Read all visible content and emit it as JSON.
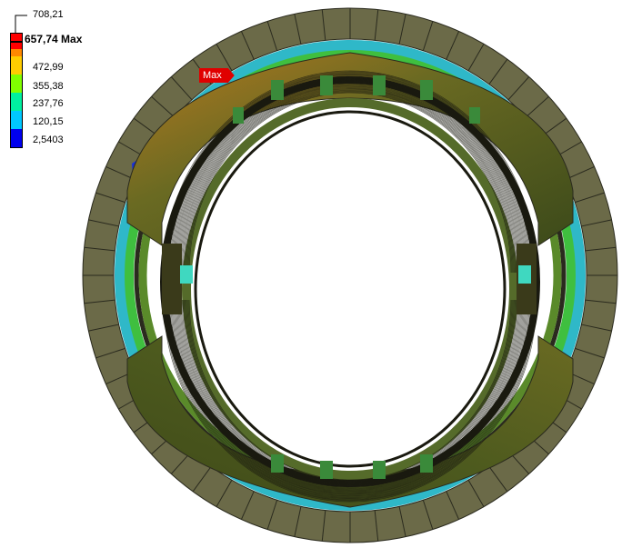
{
  "legend": {
    "top_value": "708,21",
    "max_value": "657,74",
    "max_suffix": "Max",
    "values": [
      "472,99",
      "355,38",
      "237,76",
      "120,15",
      "2,5403"
    ],
    "colors": [
      "#ff0000",
      "#ff8800",
      "#ffcc00",
      "#c8ff00",
      "#40ff40",
      "#00f0a0",
      "#00c8ff",
      "#0040ff",
      "#0000cc"
    ]
  },
  "probe": {
    "label": "Max"
  },
  "colors": {
    "outer_ring": "#6b6a48",
    "mesh_line": "#2a2a1e",
    "band_green": "#3fbf3f",
    "band_cyan": "#2fb8c8",
    "band_blue": "#1830d8",
    "rotor_olive": "#4a4a1e",
    "rotor_orange": "#b57a1e",
    "max_red": "#e00000"
  }
}
